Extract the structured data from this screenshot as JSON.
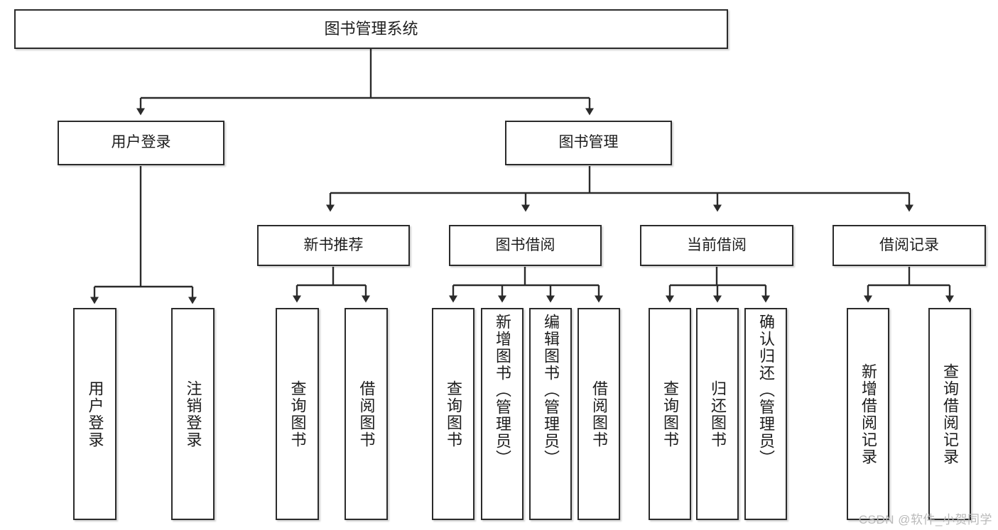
{
  "diagram": {
    "title": "图书管理系统",
    "type": "hierarchy-tree",
    "colors": {
      "box_border": "#2b2b2b",
      "box_fill": "#ffffff",
      "edge": "#2b2b2b",
      "background": "#ffffff",
      "watermark": "#b9b9b9"
    },
    "root": {
      "label": "图书管理系统"
    },
    "level1": [
      {
        "label": "用户登录"
      },
      {
        "label": "图书管理"
      }
    ],
    "level2": [
      {
        "label": "新书推荐"
      },
      {
        "label": "图书借阅"
      },
      {
        "label": "当前借阅"
      },
      {
        "label": "借阅记录"
      }
    ],
    "leaves": {
      "user_login": [
        {
          "label": "用户登录"
        },
        {
          "label": "注销登录"
        }
      ],
      "new_book_recommend": [
        {
          "label": "查询图书"
        },
        {
          "label": "借阅图书"
        }
      ],
      "book_borrow": [
        {
          "label": "查询图书"
        },
        {
          "label": "新增图书（管理员）"
        },
        {
          "label": "编辑图书（管理员）"
        },
        {
          "label": "借阅图书"
        }
      ],
      "current_borrow": [
        {
          "label": "查询图书"
        },
        {
          "label": "归还图书"
        },
        {
          "label": "确认归还（管理员）"
        }
      ],
      "borrow_records": [
        {
          "label": "新增借阅记录"
        },
        {
          "label": "查询借阅记录"
        }
      ]
    }
  },
  "watermark": {
    "text": "CSDN @软件_小贺同学"
  }
}
